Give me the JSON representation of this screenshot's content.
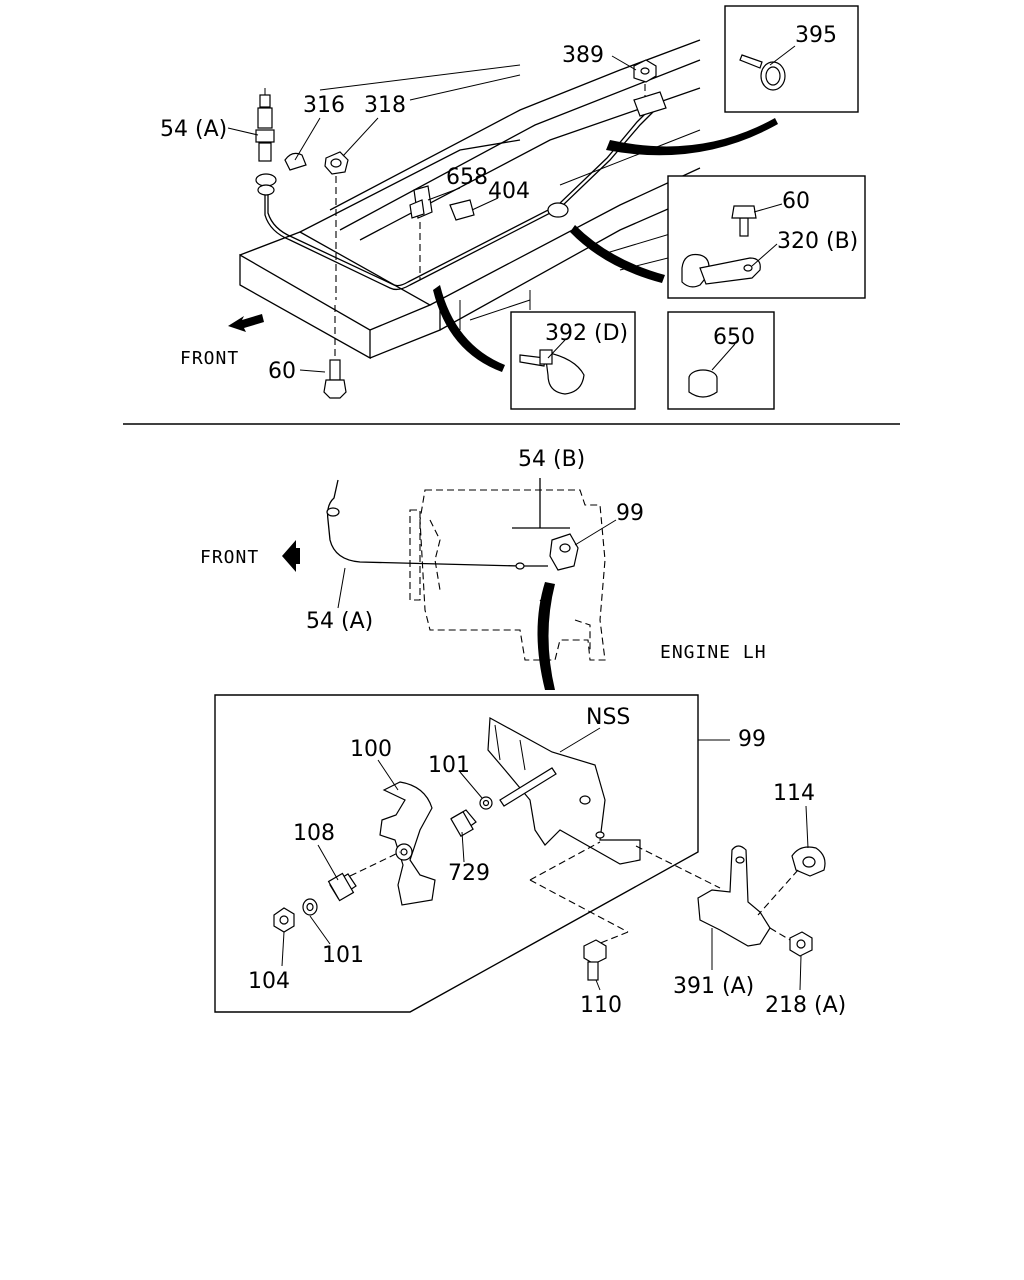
{
  "top_section": {
    "labels": {
      "p54a": "54 (A)",
      "p316": "316",
      "p318": "318",
      "p389": "389",
      "p395": "395",
      "p658": "658",
      "p404": "404",
      "p60_inset": "60",
      "p320b": "320 (B)",
      "p392d": "392 (D)",
      "p650": "650",
      "p60_bottom": "60",
      "front": "FRONT"
    }
  },
  "bottom_section": {
    "labels": {
      "p54b": "54 (B)",
      "p99_top": "99",
      "p54a": "54 (A)",
      "front": "FRONT",
      "engine_lh": "ENGINE LH",
      "nss": "NSS",
      "p99_box": "99",
      "p100": "100",
      "p101_top": "101",
      "p108": "108",
      "p729": "729",
      "p114": "114",
      "p101_bottom": "101",
      "p104": "104",
      "p110": "110",
      "p391a": "391 (A)",
      "p218a": "218 (A)"
    }
  }
}
